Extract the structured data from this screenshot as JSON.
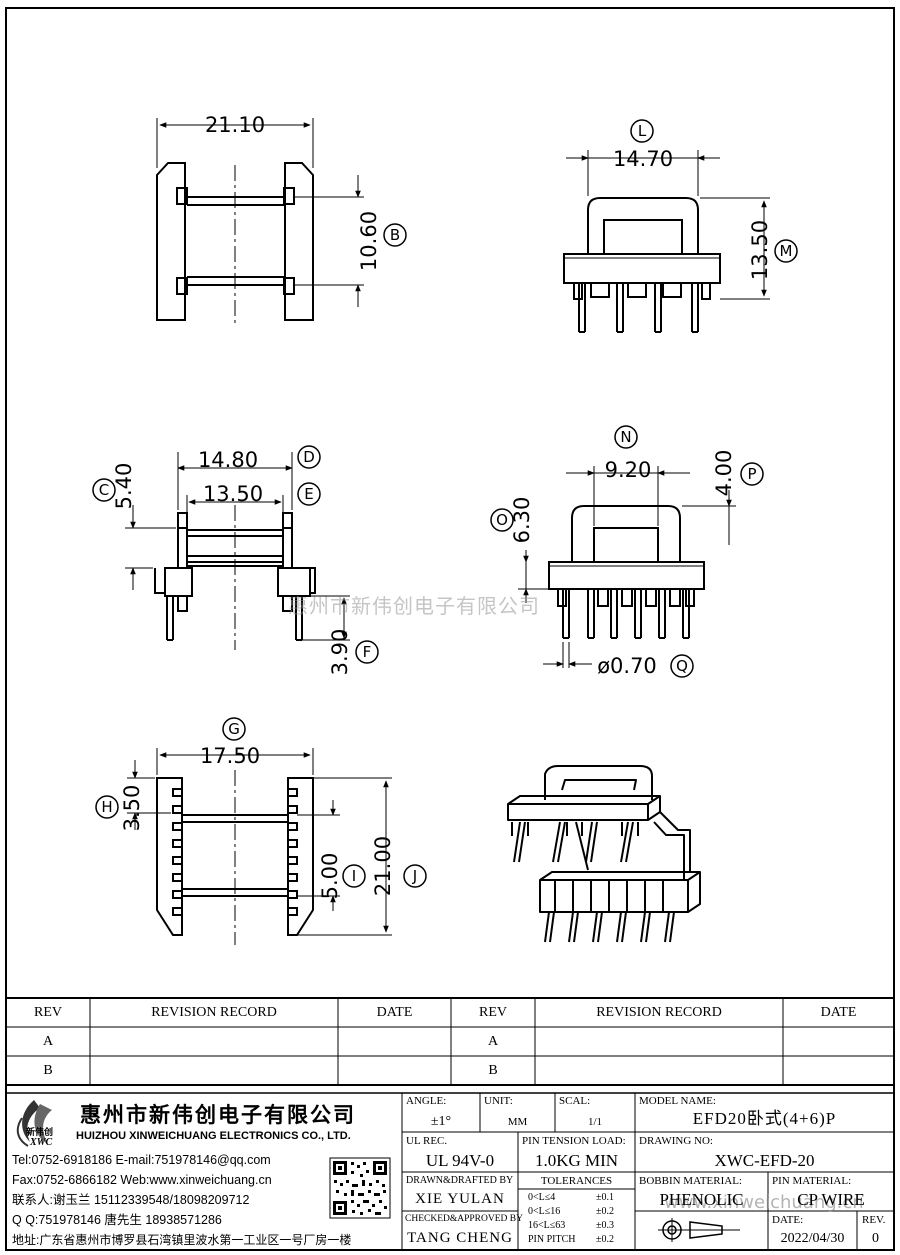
{
  "drawing": {
    "dims": {
      "top_width": "21.10",
      "top_height": "10.60",
      "side_width": "14.70",
      "side_height": "13.50",
      "front_outer": "14.80",
      "front_inner": "13.50",
      "front_flange": "5.40",
      "front_pin": "3.90",
      "end_width": "9.20",
      "end_top": "4.00",
      "end_height": "6.30",
      "pin_dia": "ø0.70",
      "bottom_width": "17.50",
      "bottom_pitch": "3.50",
      "bottom_gap": "5.00",
      "bottom_height": "21.00"
    },
    "callouts": [
      "L",
      "M",
      "B",
      "D",
      "E",
      "C",
      "F",
      "N",
      "P",
      "O",
      "Q",
      "G",
      "H",
      "I",
      "J"
    ],
    "watermarks": {
      "center": "惠州市新伟创电子有限公司",
      "footer": "www.xinweichuang.cn"
    }
  },
  "revision_table": {
    "headers": [
      "REV",
      "REVISION RECORD",
      "DATE",
      "REV",
      "REVISION RECORD",
      "DATE"
    ],
    "rows": [
      [
        "A",
        "",
        "",
        "A",
        "",
        ""
      ],
      [
        "B",
        "",
        "",
        "B",
        "",
        ""
      ]
    ]
  },
  "title_block": {
    "company_cn": "惠州市新伟创电子有限公司",
    "company_en": "HUIZHOU XINWEICHUANG ELECTRONICS CO., LTD.",
    "logo_cn": "新伟创",
    "logo_en": "XWC",
    "contacts": [
      "Tel:0752-6918186 E-mail:751978146@qq.com",
      "Fax:0752-6866182 Web:www.xinweichuang.cn",
      "联系人:谢玉兰 15112339548/18098209712",
      "Q Q:751978146    唐先生 18938571286",
      "地址:广东省惠州市博罗县石湾镇里波水第一工业区一号厂房一楼"
    ],
    "angle_label": "ANGLE:",
    "angle_value": "±1°",
    "unit_label": "UNIT:",
    "unit_value": "MM",
    "scale_label": "SCAL:",
    "scale_value": "1/1",
    "model_label": "MODEL NAME:",
    "model_value": "EFD20卧式(4+6)P",
    "ul_label": "UL REC.",
    "ul_value": "UL 94V-0",
    "pin_tension_label": "PIN TENSION LOAD:",
    "pin_tension_value": "1.0KG MIN",
    "drawing_no_label": "DRAWING NO:",
    "drawing_no_value": "XWC-EFD-20",
    "drawn_label": "DRAWN&DRAFTED BY",
    "drawn_value": "XIE YULAN",
    "tolerances_label": "TOLERANCES",
    "tol_rows": [
      [
        "0<L≤4",
        "±0.1"
      ],
      [
        "0<L≤16",
        "±0.2"
      ],
      [
        "16<L≤63",
        "±0.3"
      ],
      [
        "PIN PITCH",
        "±0.2"
      ]
    ],
    "bobbin_label": "BOBBIN MATERIAL:",
    "bobbin_value": "PHENOLIC",
    "pin_material_label": "PIN MATERIAL:",
    "pin_material_value": "CP WIRE",
    "checked_label": "CHECKED&APPROVED BY",
    "checked_value": "TANG CHENG",
    "date_label": "DATE:",
    "date_value": "2022/04/30",
    "rev_label": "REV.",
    "rev_value": "0"
  }
}
